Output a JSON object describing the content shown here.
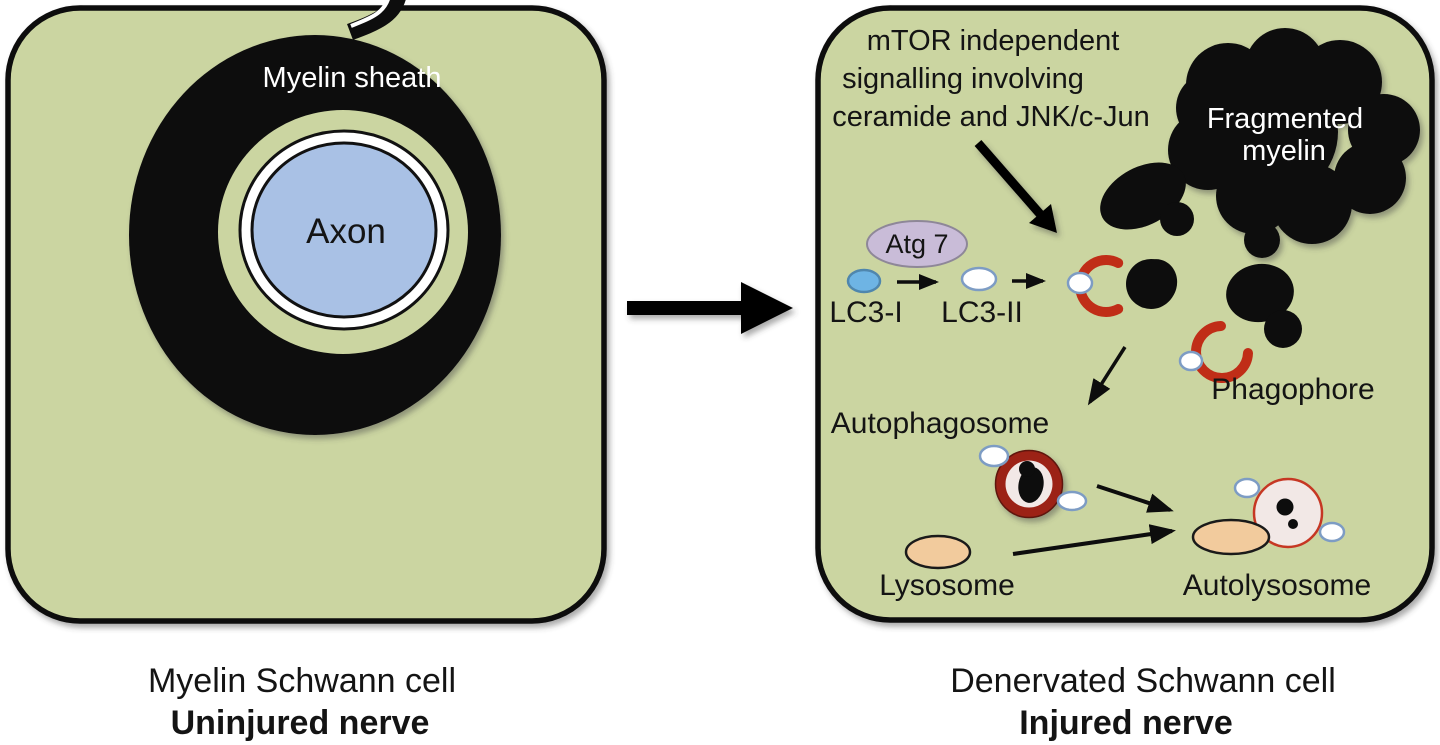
{
  "figure": {
    "left_panel": {
      "myelin_sheath_label": "Myelin sheath",
      "axon_label": "Axon",
      "caption_line1": "Myelin Schwann cell",
      "caption_line2": "Uninjured nerve"
    },
    "right_panel": {
      "signalling_line1": "mTOR independent",
      "signalling_line2": "signalling involving",
      "signalling_line3": "ceramide and JNK/c-Jun",
      "fragmented_line1": "Fragmented",
      "fragmented_line2": "myelin",
      "atg7_label": "Atg 7",
      "lc3i_label": "LC3-I",
      "lc3ii_label": "LC3-II",
      "phagophore_label": "Phagophore",
      "autophagosome_label": "Autophagosome",
      "lysosome_label": "Lysosome",
      "autolysosome_label": "Autolysosome",
      "caption_line1": "Denervated Schwann cell",
      "caption_line2": "Injured nerve"
    },
    "colors": {
      "cell_fill": "#cbd5a1",
      "cell_border": "#0a0a0a",
      "myelin_black": "#0d0d0d",
      "axon_blue": "#a9c1e5",
      "atg7_lavender": "#c9bcd8",
      "lc3i_blue": "#6eb4e4",
      "vesicle_white": "#ffffff",
      "vesicle_stroke": "#7d9cc4",
      "phagophore_red": "#c02d17",
      "autophagosome_ring": "#9c2315",
      "organelle_pink": "#f2e8e6",
      "autolysosome_stroke": "#c63723",
      "lysosome_tan": "#f2cb9d"
    }
  }
}
